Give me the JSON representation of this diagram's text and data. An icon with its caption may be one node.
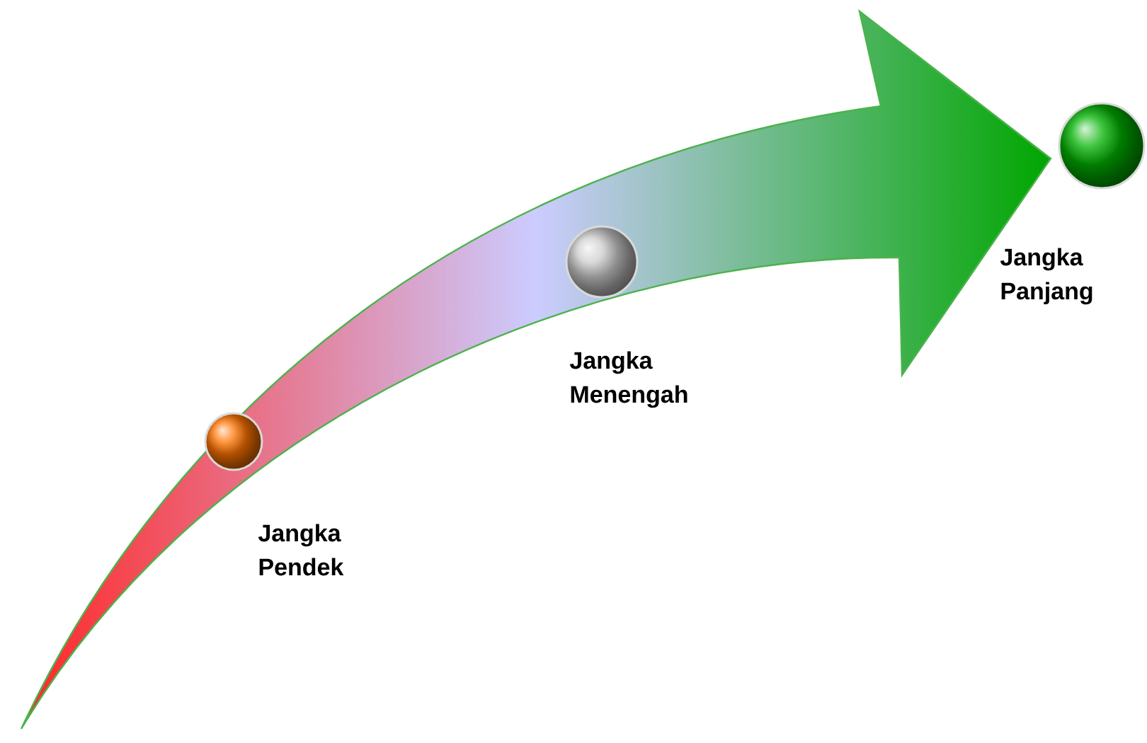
{
  "diagram": {
    "nodes": [
      {
        "text": [
          "Jangka Pendek"
        ]
      },
      {
        "text": [
          "Jangka Menengah"
        ]
      },
      {
        "text": [
          "Jangka Panjang"
        ]
      }
    ]
  }
}
